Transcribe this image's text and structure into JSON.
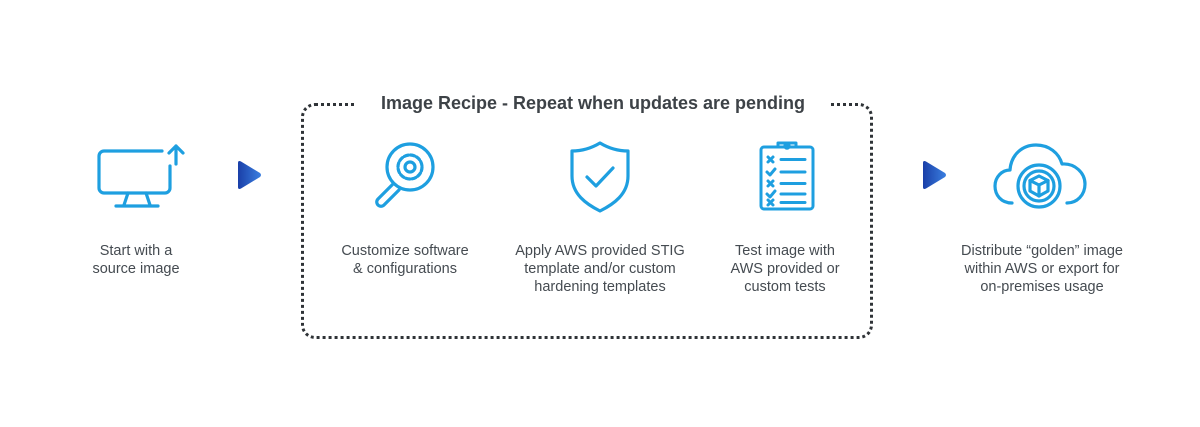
{
  "recipe": {
    "title": "Image Recipe - Repeat when updates are pending"
  },
  "steps": [
    {
      "icon": "monitor-upload-icon",
      "lines": [
        "Start with a",
        "source image"
      ]
    },
    {
      "icon": "magnifier-gear-icon",
      "lines": [
        "Customize software",
        "& configurations"
      ]
    },
    {
      "icon": "shield-check-icon",
      "lines": [
        "Apply AWS provided STIG",
        "template and/or custom",
        "hardening templates"
      ]
    },
    {
      "icon": "clipboard-checklist-icon",
      "lines": [
        "Test image with",
        "AWS provided or",
        "custom tests"
      ]
    },
    {
      "icon": "cloud-package-icon",
      "lines": [
        "Distribute “golden” image",
        "within AWS or export for",
        "on-premises usage"
      ]
    }
  ],
  "colors": {
    "icon": "#1e9fe0",
    "arrow": "#2a5fc4",
    "text": "#454b51",
    "border": "#2f3337"
  }
}
